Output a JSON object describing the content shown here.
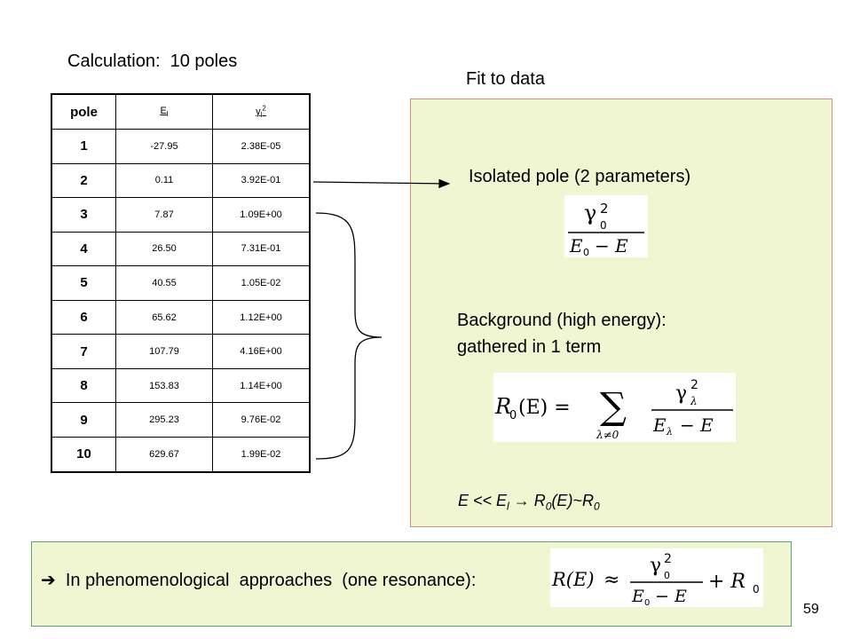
{
  "slide": {
    "title": "Calculation:  10 poles",
    "fit_label": "Fit to data",
    "isolated_label": "Isolated pole (2 parameters)",
    "background_line1": "Background (high energy):",
    "background_line2": "gathered in 1 term",
    "approx": {
      "lhs": "E <<  E",
      "sub_l": "l",
      "arrow": "→",
      "r": "R",
      "sub_0": "0",
      "mid": "(E)~R",
      "sub_0b": "0"
    },
    "bottom_text": "➔  In phenomenological  approaches  (one resonance):",
    "page_number": "59"
  },
  "table": {
    "headers": [
      "pole",
      "El",
      "γl2"
    ],
    "rows": [
      [
        "1",
        "-27.95",
        "2.38E-05"
      ],
      [
        "2",
        "0.11",
        "3.92E-01"
      ],
      [
        "3",
        "7.87",
        "1.09E+00"
      ],
      [
        "4",
        "26.50",
        "7.31E-01"
      ],
      [
        "5",
        "40.55",
        "1.05E-02"
      ],
      [
        "6",
        "65.62",
        "1.12E+00"
      ],
      [
        "7",
        "107.79",
        "4.16E+00"
      ],
      [
        "8",
        "153.83",
        "1.14E+00"
      ],
      [
        "9",
        "295.23",
        "9.76E-02"
      ],
      [
        "10",
        "629.67",
        "1.99E-02"
      ]
    ]
  },
  "formulas": {
    "gamma": "γ",
    "sq": "2",
    "e0": "E",
    "sub0": "0",
    "minus_e": "− E",
    "r0e": "R",
    "of_e": "(E) =",
    "sum": "∑",
    "lambda_ne": "λ≠0",
    "lambda": "λ",
    "e_lambda": "E",
    "approx": "≈",
    "re": "R(E)",
    "plus_r0": "+ R"
  }
}
